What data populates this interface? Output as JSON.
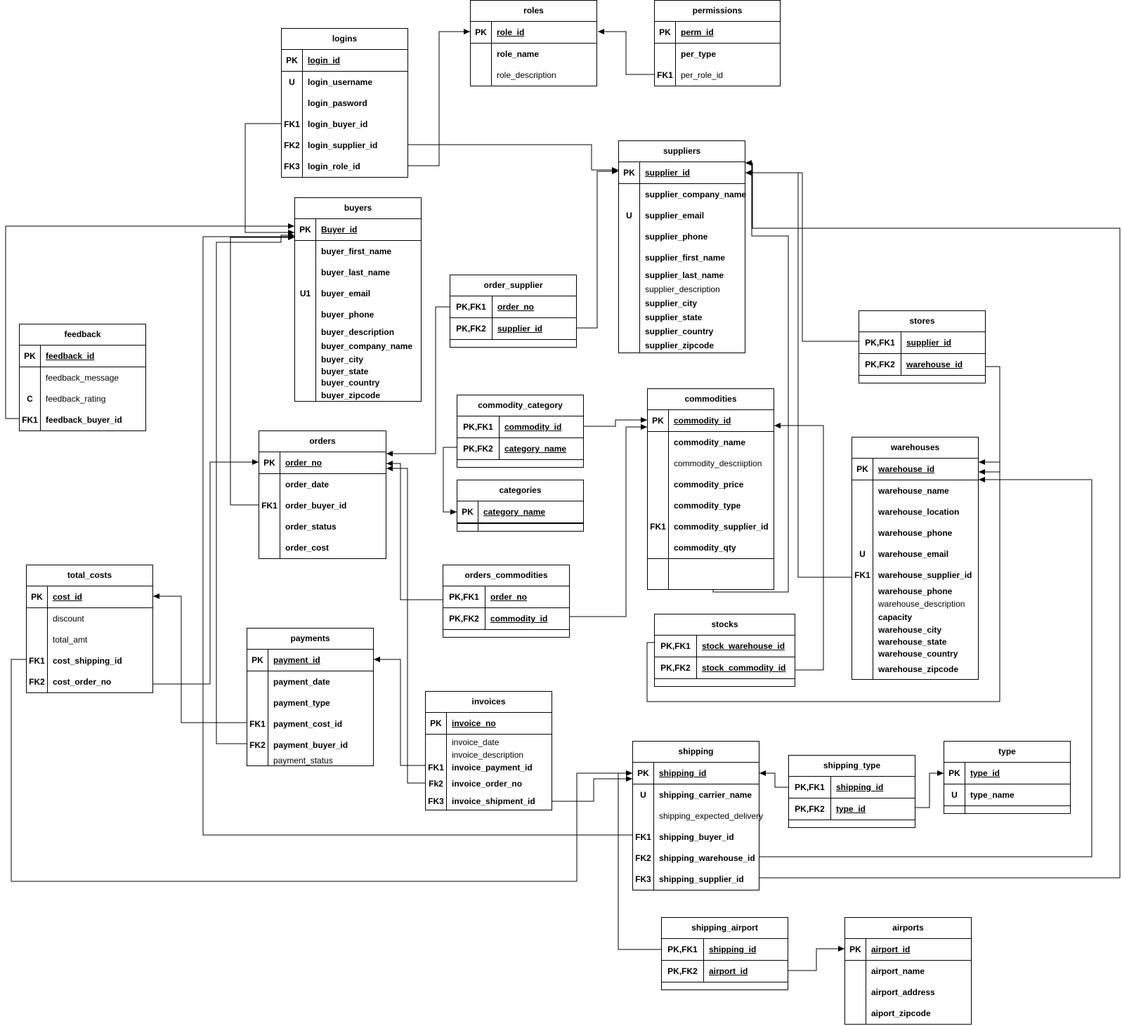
{
  "diagram": {
    "tables": [
      {
        "id": "roles",
        "title": "roles",
        "rows": [
          {
            "key": "PK",
            "name": "role_id",
            "pk": true,
            "bold": true
          },
          {
            "key": "",
            "name": "role_name",
            "bold": true
          },
          {
            "key": "",
            "name": "role_description",
            "bold": false
          }
        ]
      },
      {
        "id": "permissions",
        "title": "permissions",
        "rows": [
          {
            "key": "PK",
            "name": "perm_id",
            "pk": true,
            "bold": true
          },
          {
            "key": "",
            "name": "per_type",
            "bold": true
          },
          {
            "key": "FK1",
            "name": "per_role_id",
            "bold": false
          }
        ]
      },
      {
        "id": "logins",
        "title": "logins",
        "rows": [
          {
            "key": "PK",
            "name": "login_id",
            "pk": true,
            "bold": true
          },
          {
            "key": "U",
            "name": "login_username",
            "bold": true
          },
          {
            "key": "",
            "name": "login_pasword",
            "bold": true
          },
          {
            "key": "FK1",
            "name": "login_buyer_id",
            "bold": true
          },
          {
            "key": "FK2",
            "name": "login_supplier_id",
            "bold": true
          },
          {
            "key": "FK3",
            "name": "login_role_id",
            "bold": true
          }
        ]
      },
      {
        "id": "suppliers",
        "title": "suppliers",
        "rows": [
          {
            "key": "PK",
            "name": "supplier_id",
            "pk": true,
            "bold": true
          },
          {
            "key": "",
            "name": "supplier_company_name",
            "bold": true
          },
          {
            "key": "U",
            "name": "supplier_email",
            "bold": true
          },
          {
            "key": "",
            "name": "supplier_phone",
            "bold": true
          },
          {
            "key": "",
            "name": "supplier_first_name",
            "bold": true
          },
          {
            "key": "",
            "name": "supplier_last_name",
            "bold": true
          },
          {
            "key": "",
            "name": "supplier_description",
            "bold": false
          },
          {
            "key": "",
            "name": "supplier_city",
            "bold": true
          },
          {
            "key": "",
            "name": "supplier_state",
            "bold": true
          },
          {
            "key": "",
            "name": "supplier_country",
            "bold": true
          },
          {
            "key": "",
            "name": "supplier_zipcode",
            "bold": true
          }
        ]
      },
      {
        "id": "buyers",
        "title": "buyers",
        "rows": [
          {
            "key": "PK",
            "name": "Buyer_id",
            "pk": true,
            "bold": true
          },
          {
            "key": "",
            "name": "buyer_first_name",
            "bold": true
          },
          {
            "key": "",
            "name": "buyer_last_name",
            "bold": true
          },
          {
            "key": "U1",
            "name": "buyer_email",
            "bold": true
          },
          {
            "key": "",
            "name": "buyer_phone",
            "bold": true
          },
          {
            "key": "",
            "name": "buyer_description",
            "bold": true
          },
          {
            "key": "",
            "name": "buyer_company_name",
            "bold": true
          },
          {
            "key": "",
            "name": "buyer_city",
            "bold": true
          },
          {
            "key": "",
            "name": "buyer_state",
            "bold": true
          },
          {
            "key": "",
            "name": "buyer_country",
            "bold": true
          },
          {
            "key": "",
            "name": "buyer_zipcode",
            "bold": true
          }
        ]
      },
      {
        "id": "feedback",
        "title": "feedback",
        "rows": [
          {
            "key": "PK",
            "name": "feedback_id",
            "pk": true,
            "bold": true
          },
          {
            "key": "",
            "name": "feedback_message",
            "bold": false
          },
          {
            "key": "C",
            "name": "feedback_rating",
            "bold": false
          },
          {
            "key": "FK1",
            "name": "feedback_buyer_id",
            "bold": true
          }
        ]
      },
      {
        "id": "order_supplier",
        "title": "order_supplier",
        "rows": [
          {
            "key": "PK,FK1",
            "name": "order_no",
            "pk": true,
            "underline": true,
            "bold": true
          },
          {
            "key": "PK,FK2",
            "name": "supplier_id",
            "underline": true,
            "bold": true
          }
        ]
      },
      {
        "id": "stores",
        "title": "stores",
        "rows": [
          {
            "key": "PK,FK1",
            "name": "supplier_id",
            "pk": true,
            "underline": true,
            "bold": true
          },
          {
            "key": "PK,FK2",
            "name": "warehouse_id",
            "underline": true,
            "bold": true
          }
        ]
      },
      {
        "id": "commodity_category",
        "title": "commodity_category",
        "rows": [
          {
            "key": "PK,FK1",
            "name": "commodity_id",
            "pk": true,
            "underline": true,
            "bold": true
          },
          {
            "key": "PK,FK2",
            "name": "category_name",
            "underline": true,
            "bold": true
          }
        ]
      },
      {
        "id": "categories",
        "title": "categories",
        "rows": [
          {
            "key": "PK",
            "name": "category_name",
            "pk": true,
            "bold": true
          }
        ]
      },
      {
        "id": "commodities",
        "title": "commodities",
        "rows": [
          {
            "key": "PK",
            "name": "commodity_id",
            "pk": true,
            "bold": true
          },
          {
            "key": "",
            "name": "commodity_name",
            "bold": true
          },
          {
            "key": "",
            "name": "commodity_descriiption",
            "bold": false
          },
          {
            "key": "",
            "name": "commodity_price",
            "bold": true
          },
          {
            "key": "",
            "name": "commodity_type",
            "bold": true
          },
          {
            "key": "FK1",
            "name": "commodity_supplier_id",
            "bold": true
          },
          {
            "key": "",
            "name": "commodity_qty",
            "bold": true
          }
        ]
      },
      {
        "id": "orders",
        "title": "orders",
        "rows": [
          {
            "key": "PK",
            "name": "order_no",
            "pk": true,
            "bold": true
          },
          {
            "key": "",
            "name": "order_date",
            "bold": true
          },
          {
            "key": "FK1",
            "name": "order_buyer_id",
            "bold": true
          },
          {
            "key": "",
            "name": "order_status",
            "bold": true
          },
          {
            "key": "",
            "name": "order_cost",
            "bold": true
          }
        ]
      },
      {
        "id": "warehouses",
        "title": "warehouses",
        "rows": [
          {
            "key": "PK",
            "name": "warehouse_id",
            "pk": true,
            "bold": true
          },
          {
            "key": "",
            "name": "warehouse_name",
            "bold": true
          },
          {
            "key": "",
            "name": "warehouse_location",
            "bold": true
          },
          {
            "key": "",
            "name": "warehouse_phone",
            "bold": true
          },
          {
            "key": "U",
            "name": "warehouse_email",
            "bold": true
          },
          {
            "key": "FK1",
            "name": "warehouse_supplier_id",
            "bold": true
          },
          {
            "key": "",
            "name": "warehouse_phone",
            "bold": true
          },
          {
            "key": "",
            "name": "warehouse_description",
            "bold": false
          },
          {
            "key": "",
            "name": "capacity",
            "bold": true
          },
          {
            "key": "",
            "name": "warehouse_city",
            "bold": true
          },
          {
            "key": "",
            "name": "warehouse_state",
            "bold": true
          },
          {
            "key": "",
            "name": "warehouse_country",
            "bold": true
          },
          {
            "key": "",
            "name": "warehouse_zipcode",
            "bold": true
          }
        ]
      },
      {
        "id": "total_costs",
        "title": "total_costs",
        "rows": [
          {
            "key": "PK",
            "name": "cost_id",
            "pk": true,
            "bold": true
          },
          {
            "key": "",
            "name": "discount",
            "bold": false
          },
          {
            "key": "",
            "name": "total_amt",
            "bold": false
          },
          {
            "key": "FK1",
            "name": "cost_shipping_id",
            "bold": true
          },
          {
            "key": "FK2",
            "name": "cost_order_no",
            "bold": true
          }
        ]
      },
      {
        "id": "orders_commodities",
        "title": "orders_commodities",
        "rows": [
          {
            "key": "PK,FK1",
            "name": "order_no",
            "pk": true,
            "underline": true,
            "bold": true
          },
          {
            "key": "PK,FK2",
            "name": "commodity_id",
            "underline": true,
            "bold": true
          }
        ]
      },
      {
        "id": "stocks",
        "title": "stocks",
        "rows": [
          {
            "key": "PK,FK1",
            "name": "stock_warehouse_id",
            "pk": true,
            "underline": true,
            "bold": true
          },
          {
            "key": "PK,FK2",
            "name": "stock_commodity_id",
            "underline": true,
            "bold": true
          }
        ]
      },
      {
        "id": "payments",
        "title": "payments",
        "rows": [
          {
            "key": "PK",
            "name": "payment_id",
            "pk": true,
            "bold": true
          },
          {
            "key": "",
            "name": "payment_date",
            "bold": true
          },
          {
            "key": "",
            "name": "payment_type",
            "bold": true
          },
          {
            "key": "FK1",
            "name": "payment_cost_id",
            "bold": true
          },
          {
            "key": "FK2",
            "name": "payment_buyer_id",
            "bold": true
          },
          {
            "key": "",
            "name": "payment_status",
            "bold": false
          }
        ]
      },
      {
        "id": "invoices",
        "title": "invoices",
        "rows": [
          {
            "key": "PK",
            "name": "invoice_no",
            "pk": true,
            "bold": true
          },
          {
            "key": "",
            "name": "invoice_date",
            "bold": false
          },
          {
            "key": "",
            "name": "invoice_description",
            "bold": false
          },
          {
            "key": "FK1",
            "name": "invoice_payment_id",
            "bold": true
          },
          {
            "key": "Fk2",
            "name": "invoice_order_no",
            "bold": true
          },
          {
            "key": "FK3",
            "name": "invoice_shipment_id",
            "bold": true
          }
        ]
      },
      {
        "id": "shipping",
        "title": "shipping",
        "rows": [
          {
            "key": "PK",
            "name": "shipping_id",
            "pk": true,
            "bold": true
          },
          {
            "key": "U",
            "name": "shipping_carrier_name",
            "bold": true
          },
          {
            "key": "",
            "name": "shipping_expected_delivery",
            "bold": false
          },
          {
            "key": "FK1",
            "name": "shipping_buyer_id",
            "bold": true
          },
          {
            "key": "FK2",
            "name": "shipping_warehouse_id",
            "bold": true
          },
          {
            "key": "FK3",
            "name": "shipping_supplier_id",
            "bold": true
          }
        ]
      },
      {
        "id": "shipping_type",
        "title": "shipping_type",
        "rows": [
          {
            "key": "PK,FK1",
            "name": "shipping_id",
            "pk": true,
            "underline": true,
            "bold": true
          },
          {
            "key": "PK,FK2",
            "name": "type_id",
            "underline": true,
            "bold": true
          }
        ]
      },
      {
        "id": "type",
        "title": "type",
        "rows": [
          {
            "key": "PK",
            "name": "type_id",
            "pk": true,
            "bold": true
          },
          {
            "key": "U",
            "name": "type_name",
            "bold": true
          }
        ]
      },
      {
        "id": "shipping_airport",
        "title": "shipping_airport",
        "rows": [
          {
            "key": "PK,FK1",
            "name": "shipping_id",
            "pk": true,
            "underline": true,
            "bold": true
          },
          {
            "key": "PK,FK2",
            "name": "airport_id",
            "underline": true,
            "bold": true
          }
        ]
      },
      {
        "id": "airports",
        "title": "airports",
        "rows": [
          {
            "key": "PK",
            "name": "airport_id",
            "pk": true,
            "bold": true
          },
          {
            "key": "",
            "name": "airport_name",
            "bold": true
          },
          {
            "key": "",
            "name": "airport_address",
            "bold": true
          },
          {
            "key": "",
            "name": "aiport_zipcode",
            "bold": true
          }
        ]
      }
    ]
  }
}
